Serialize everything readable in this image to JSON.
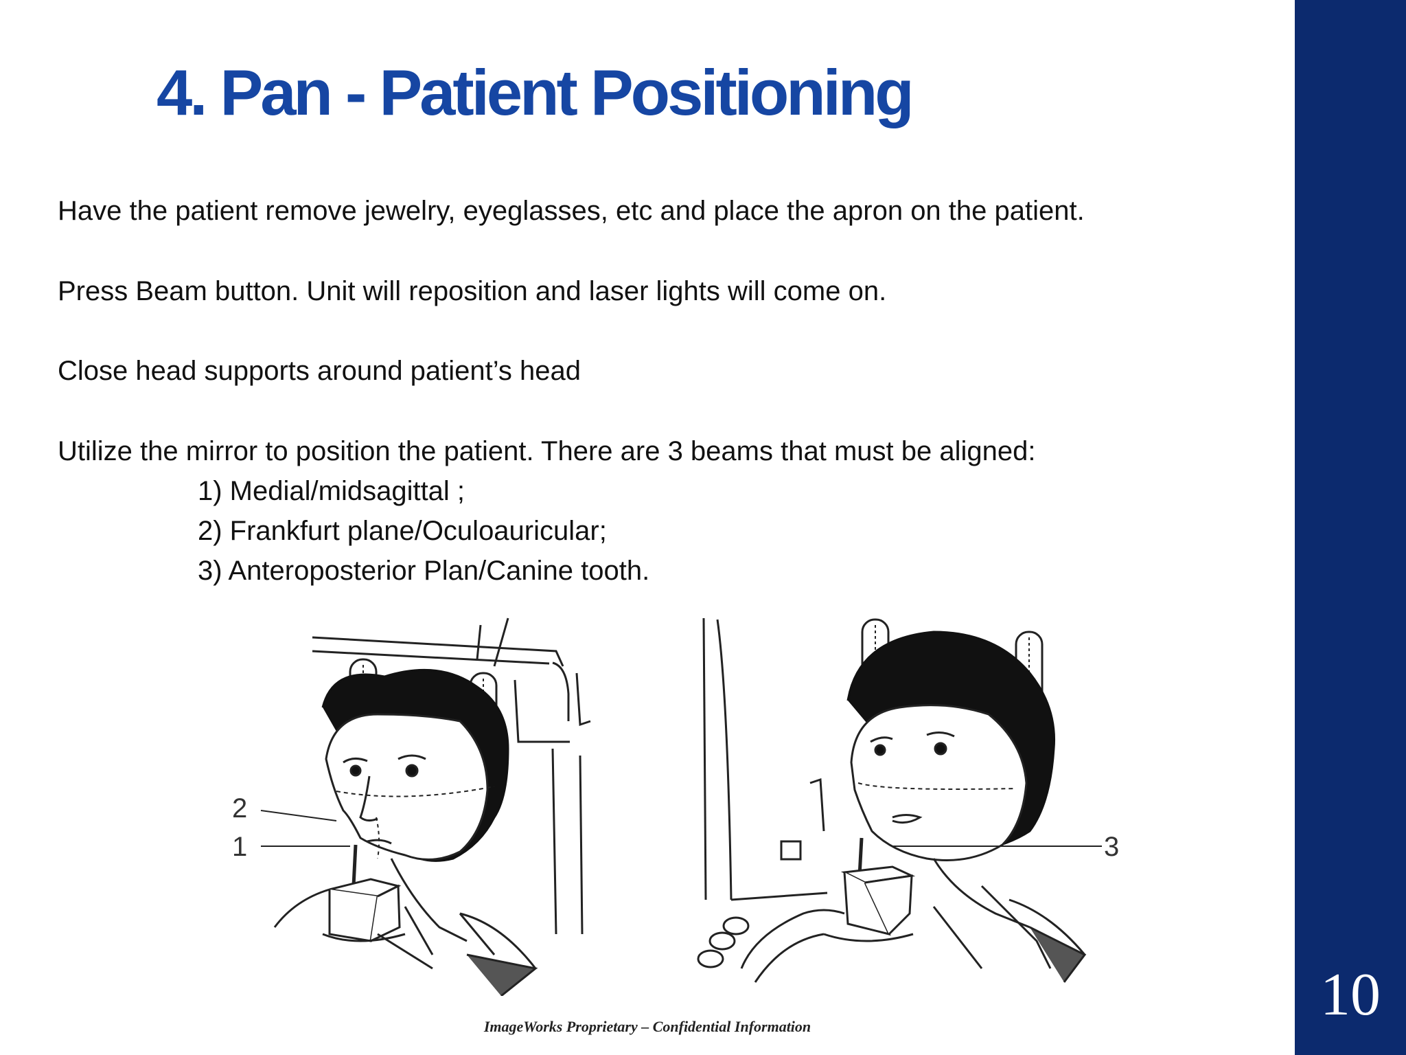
{
  "slide": {
    "title": "4. Pan - Patient Positioning",
    "paragraphs": [
      "Have the patient remove jewelry, eyeglasses, etc and place the apron on the patient.",
      "Press Beam button.  Unit will reposition and laser lights will come on.",
      "Close head supports around patient’s head",
      "Utilize the mirror to position the patient.  There are 3 beams that must be aligned:"
    ],
    "beam_list": [
      "1) Medial/midsagittal ;",
      "2) Frankfurt plane/Oculoauricular;",
      "3) Anteroposterior Plan/Canine tooth."
    ],
    "callouts": {
      "left_top": "2",
      "left_bottom": "1",
      "right": "3"
    },
    "footer": "ImageWorks Proprietary – Confidential Information",
    "page_number": "10"
  },
  "colors": {
    "title": "#1646a3",
    "sidebar": "#0c2a6e",
    "page_number": "#ffffff"
  }
}
